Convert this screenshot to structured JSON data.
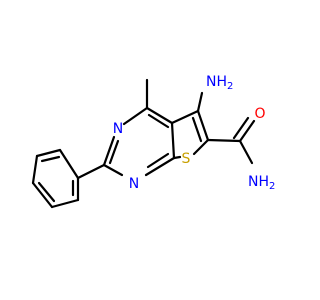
{
  "molecule": {
    "atoms": {
      "n_ring_top": {
        "text": "N",
        "color": "#0000ff"
      },
      "n_ring_bot": {
        "text": "N",
        "color": "#0000ff"
      },
      "s_ring": {
        "text": "S",
        "color": "#c8a000"
      },
      "amino": {
        "text": "NH",
        "sub": "2",
        "color": "#0000ff"
      },
      "amide_o": {
        "text": "O",
        "color": "#ff0000"
      },
      "amide_n": {
        "text": "NH",
        "sub": "2",
        "color": "#0000ff"
      }
    },
    "bond_color": "#000000"
  }
}
